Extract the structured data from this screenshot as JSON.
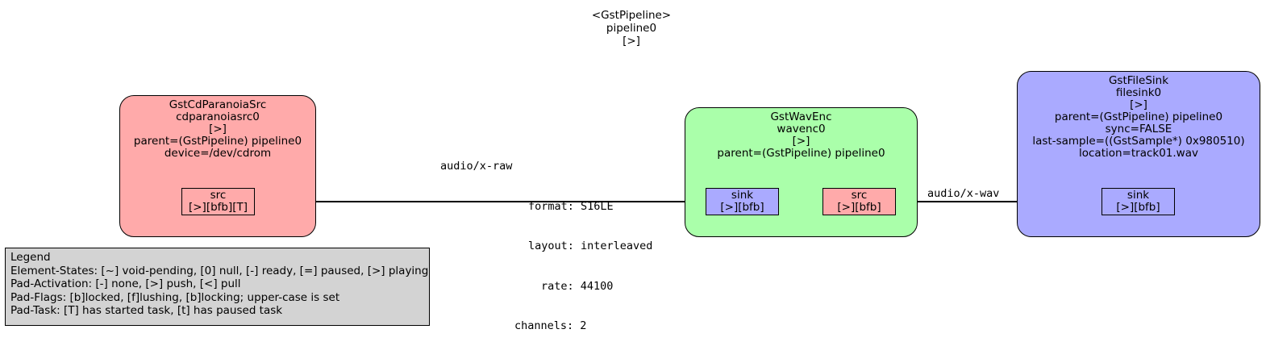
{
  "pipeline": {
    "type": "<GstPipeline>",
    "name": "pipeline0",
    "state": "[>]"
  },
  "elements": [
    {
      "type": "GstCdParanoiaSrc",
      "name": "cdparanoiasrc0",
      "state": "[>]",
      "props": [
        "parent=(GstPipeline) pipeline0",
        "device=/dev/cdrom"
      ],
      "color": "#ffaaaa",
      "pads": [
        {
          "name": "src",
          "flags": "[>][bfb][T]",
          "direction": "src"
        }
      ]
    },
    {
      "type": "GstWavEnc",
      "name": "wavenc0",
      "state": "[>]",
      "props": [
        "parent=(GstPipeline) pipeline0"
      ],
      "color": "#aaffaa",
      "pads": [
        {
          "name": "sink",
          "flags": "[>][bfb]",
          "direction": "sink"
        },
        {
          "name": "src",
          "flags": "[>][bfb]",
          "direction": "src"
        }
      ]
    },
    {
      "type": "GstFileSink",
      "name": "filesink0",
      "state": "[>]",
      "props": [
        "parent=(GstPipeline) pipeline0",
        "sync=FALSE",
        "last-sample=((GstSample*) 0x980510)",
        "location=track01.wav"
      ],
      "color": "#aaaaff",
      "pads": [
        {
          "name": "sink",
          "flags": "[>][bfb]",
          "direction": "sink"
        }
      ]
    }
  ],
  "links": [
    {
      "from": "cdparanoiasrc0.src",
      "to": "wavenc0.sink",
      "caps": [
        "audio/x-raw",
        "format: S16LE",
        "layout: interleaved",
        "rate: 44100",
        "channels: 2"
      ]
    },
    {
      "from": "wavenc0.src",
      "to": "filesink0.sink",
      "caps": [
        "audio/x-wav"
      ]
    }
  ],
  "legend": {
    "title": "Legend",
    "lines": [
      "Element-States: [~] void-pending, [0] null, [-] ready, [=] paused, [>] playing",
      "Pad-Activation: [-] none, [>] push, [<] pull",
      "Pad-Flags: [b]locked, [f]lushing, [b]locking; upper-case is set",
      "Pad-Task: [T] has started task, [t] has paused task"
    ],
    "background": "#d3d3d3"
  }
}
